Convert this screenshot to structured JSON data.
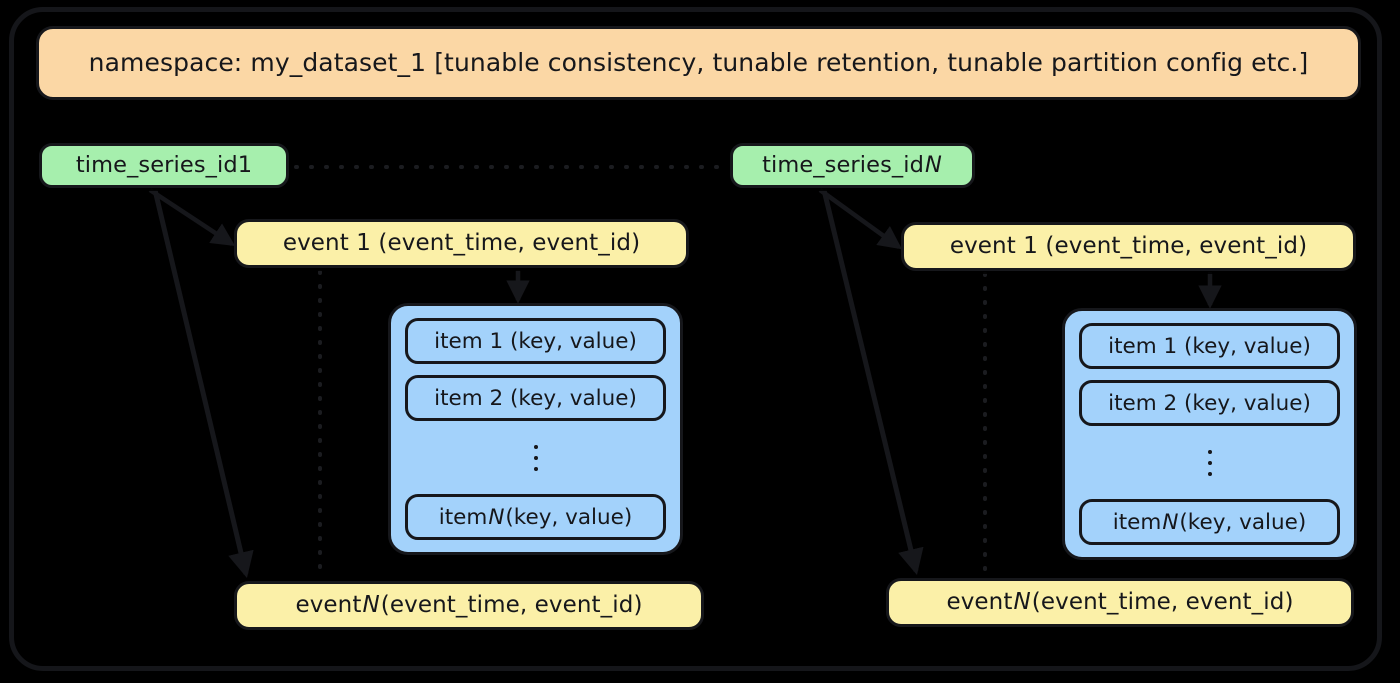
{
  "diagram": {
    "title_banner": "namespace: my_dataset_1 [tunable consistency, tunable retention, tunable partition config etc.]",
    "colors": {
      "background": "#000000",
      "frame_border": "#15161a",
      "namespace_fill": "#fbd7a5",
      "series_fill": "#a6efad",
      "event_fill": "#fbf0a8",
      "items_fill": "#a3d2fb",
      "stroke": "#16171b"
    },
    "series": [
      {
        "label_prefix": "time_series_id",
        "label_suffix": "1",
        "events": [
          {
            "label": "event 1 (event_time, event_id)"
          },
          {
            "label_prefix": "event",
            "label_mid": "N",
            "label_suffix": "(event_time, event_id)"
          }
        ],
        "items": [
          "item 1 (key, value)",
          "item 2 (key, value)",
          "item N (key, value)"
        ]
      },
      {
        "label_prefix": "time_series_id",
        "label_suffix": "N",
        "events": [
          {
            "label": "event 1 (event_time, event_id)"
          },
          {
            "label_prefix": "event",
            "label_mid": "N",
            "label_suffix": "(event_time, event_id)"
          }
        ],
        "items": [
          "item 1 (key, value)",
          "item 2 (key, value)",
          "item N (key, value)"
        ]
      }
    ],
    "left": {
      "series_label_a": "time_series_id ",
      "series_label_b": "1",
      "event_first": "event 1 (event_time, event_id)",
      "event_last_a": "event ",
      "event_last_b": "N",
      "event_last_c": " (event_time, event_id)",
      "item_1a": "item 1 (key, value)",
      "item_2a": "item 2 (key, value)",
      "item_na": "item ",
      "item_nb": "N",
      "item_nc": " (key, value)"
    },
    "right": {
      "series_label_a": "time_series_id ",
      "series_label_b": "N",
      "event_first": "event 1 (event_time, event_id)",
      "event_last_a": "event ",
      "event_last_b": "N",
      "event_last_c": " (event_time, event_id)",
      "item_1a": "item 1 (key, value)",
      "item_2a": "item 2 (key, value)",
      "item_na": "item ",
      "item_nb": "N",
      "item_nc": " (key, value)"
    }
  }
}
